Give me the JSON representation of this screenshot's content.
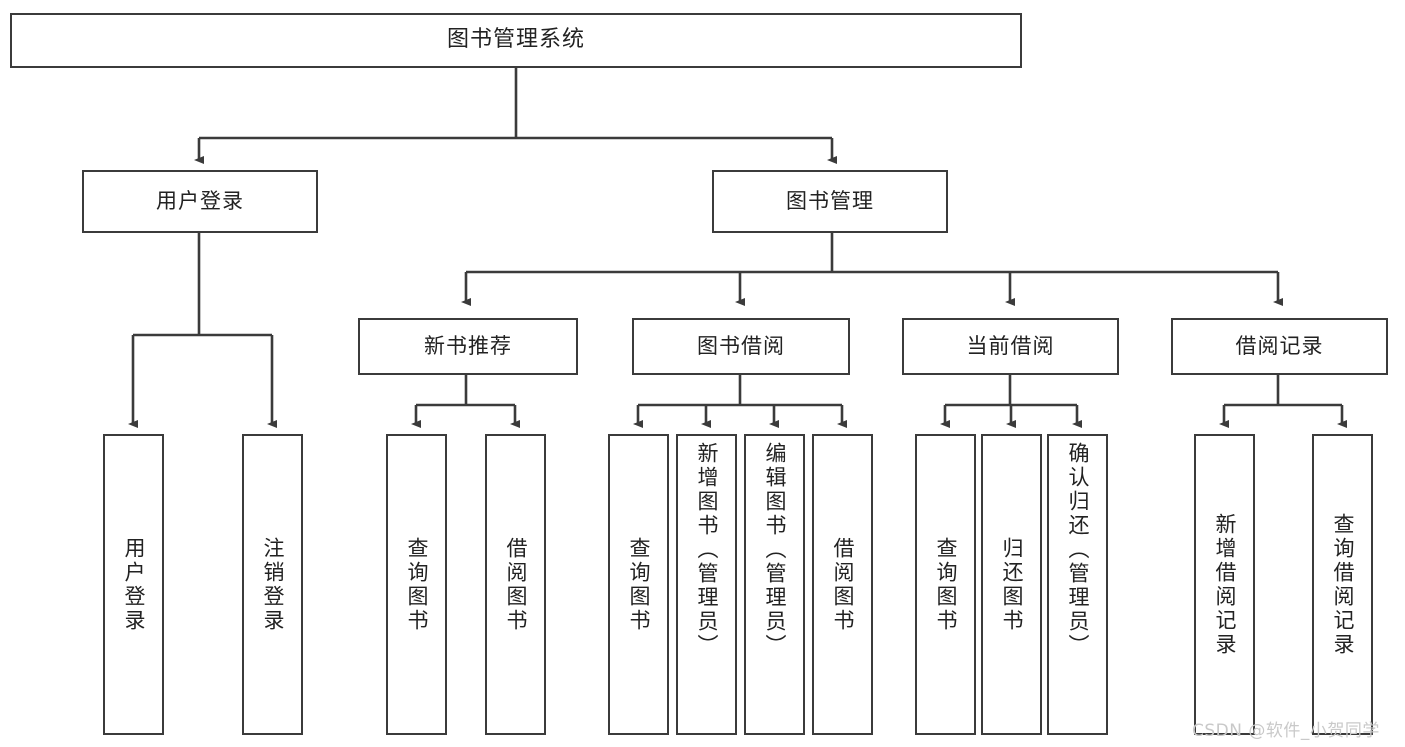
{
  "diagram": {
    "title": "图书管理系统",
    "type": "hierarchy-tree",
    "watermark": "CSDN @软件_小贺同学",
    "colors": {
      "background": "#ffffff",
      "border": "#3b3b3b",
      "text": "#222222",
      "watermark": "#c9c9c9"
    },
    "levels": {
      "root": {
        "label": "图书管理系统"
      },
      "level2": [
        {
          "label": "用户登录"
        },
        {
          "label": "图书管理"
        }
      ],
      "level3": [
        {
          "label": "新书推荐"
        },
        {
          "label": "图书借阅"
        },
        {
          "label": "当前借阅"
        },
        {
          "label": "借阅记录"
        }
      ],
      "leaves": {
        "user_login": [
          {
            "label": "用户登录"
          },
          {
            "label": "注销登录"
          }
        ],
        "new_book_recommend": [
          {
            "label": "查询图书"
          },
          {
            "label": "借阅图书"
          }
        ],
        "book_borrow": [
          {
            "label": "查询图书"
          },
          {
            "label": "新增图书（管理员）"
          },
          {
            "label": "编辑图书（管理员）"
          },
          {
            "label": "借阅图书"
          }
        ],
        "current_borrow": [
          {
            "label": "查询图书"
          },
          {
            "label": "归还图书"
          },
          {
            "label": "确认归还（管理员）"
          }
        ],
        "borrow_record": [
          {
            "label": "新增借阅记录"
          },
          {
            "label": "查询借阅记录"
          }
        ]
      }
    }
  }
}
